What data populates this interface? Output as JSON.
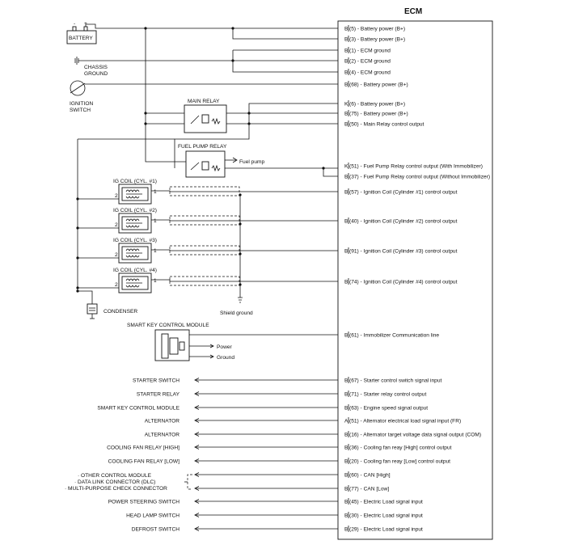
{
  "title": "ECM",
  "left_devices": {
    "battery": "BATTERY",
    "battery_neg": "-",
    "battery_pos": "+",
    "chassis_ground": [
      "CHASSIS",
      "GROUND"
    ],
    "ignition_switch": [
      "IGNITION",
      "SWITCH"
    ],
    "main_relay": "MAIN RELAY",
    "fuel_pump_relay": "FUEL PUMP RELAY",
    "fuel_pump": "Fuel pump",
    "coils": [
      "IG COIL (CYL. #1)",
      "IG COIL (CYL. #2)",
      "IG COIL (CYL. #3)",
      "IG COIL (CYL. #4)"
    ],
    "pin1": "1",
    "pin2": "2",
    "condenser": "CONDENSER",
    "shield_ground": "Shield ground",
    "smart_key": "SMART KEY CONTROL MODULE",
    "power": "Power",
    "ground": "Ground"
  },
  "ecm_pins": [
    {
      "conn": "B",
      "pin": "(5)",
      "desc": " - Battery power (B+)"
    },
    {
      "conn": "B",
      "pin": "(3)",
      "desc": " - Battery power (B+)"
    },
    {
      "conn": "B",
      "pin": "(1)",
      "desc": " - ECM ground"
    },
    {
      "conn": "B",
      "pin": "(2)",
      "desc": " - ECM ground"
    },
    {
      "conn": "B",
      "pin": "(4)",
      "desc": " - ECM ground"
    },
    {
      "conn": "B",
      "pin": "(68)",
      "desc": " - Battery power (B+)"
    },
    {
      "conn": "K",
      "pin": "(6)",
      "desc": " - Battery power (B+)"
    },
    {
      "conn": "B",
      "pin": "(75)",
      "desc": " - Battery power (B+)"
    },
    {
      "conn": "B",
      "pin": "(50)",
      "desc": " - Main Relay control output"
    },
    {
      "conn": "K",
      "pin": "(51)",
      "desc": " - Fuel Pump Relay control output (With Immobilizer)"
    },
    {
      "conn": "B",
      "pin": "(37)",
      "desc": " - Fuel Pump Relay control output (Without Immobilizer)"
    },
    {
      "conn": "B",
      "pin": "(57)",
      "desc": " -  Ignition Coil (Cylinder #1) control output"
    },
    {
      "conn": "B",
      "pin": "(40)",
      "desc": " - Ignition Coil (Cylinder #2) control output"
    },
    {
      "conn": "B",
      "pin": "(91)",
      "desc": " - Ignition Coil (Cylinder #3) control output"
    },
    {
      "conn": "B",
      "pin": "(74)",
      "desc": " - Ignition Coil (Cylinder #4) control output"
    },
    {
      "conn": "B",
      "pin": "(61)",
      "desc": " - Immobilizer Communication line"
    },
    {
      "conn": "B",
      "pin": "(67)",
      "desc": " - Starter control switch signal input"
    },
    {
      "conn": "B",
      "pin": "(71)",
      "desc": " - Starter relay control output"
    },
    {
      "conn": "B",
      "pin": "(63)",
      "desc": " - Engine speed signal output"
    },
    {
      "conn": "A",
      "pin": "(51)",
      "desc": " - Alternator electrical load signal input (FR)"
    },
    {
      "conn": "B",
      "pin": "(16)",
      "desc": " - Alternator target voltage data signal output (COM)"
    },
    {
      "conn": "B",
      "pin": "(36)",
      "desc": " - Cooling fan reay [High] control output"
    },
    {
      "conn": "B",
      "pin": "(20)",
      "desc": " - Cooling fan reay [Low] control output"
    },
    {
      "conn": "B",
      "pin": "(60)",
      "desc": " - CAN [High]"
    },
    {
      "conn": "B",
      "pin": "(77)",
      "desc": " - CAN [Low]"
    },
    {
      "conn": "B",
      "pin": "(45)",
      "desc": " - Electric Load signal input"
    },
    {
      "conn": "B",
      "pin": "(30)",
      "desc": " - Electric Load signal input"
    },
    {
      "conn": "B",
      "pin": "(29)",
      "desc": " - Electric Load signal input"
    }
  ],
  "outputs": [
    "STARTER SWITCH",
    "STARTER RELAY",
    "SMART KEY CONTROL MODULE",
    "ALTERNATOR",
    "ALTERNATOR",
    "COOLING FAN RELAY [HIGH]",
    "COOLING FAN RELAY [LOW]",
    "",
    "",
    "POWER STEERING SWITCH",
    "HEAD LAMP SWITCH",
    "DEFROST SWITCH"
  ],
  "can_group": [
    "· OTHER CONTROL MODULE",
    "· DATA LINK CONNECTOR (DLC)",
    "· MULTI-PURPOSE CHECK  CONNECTOR"
  ]
}
